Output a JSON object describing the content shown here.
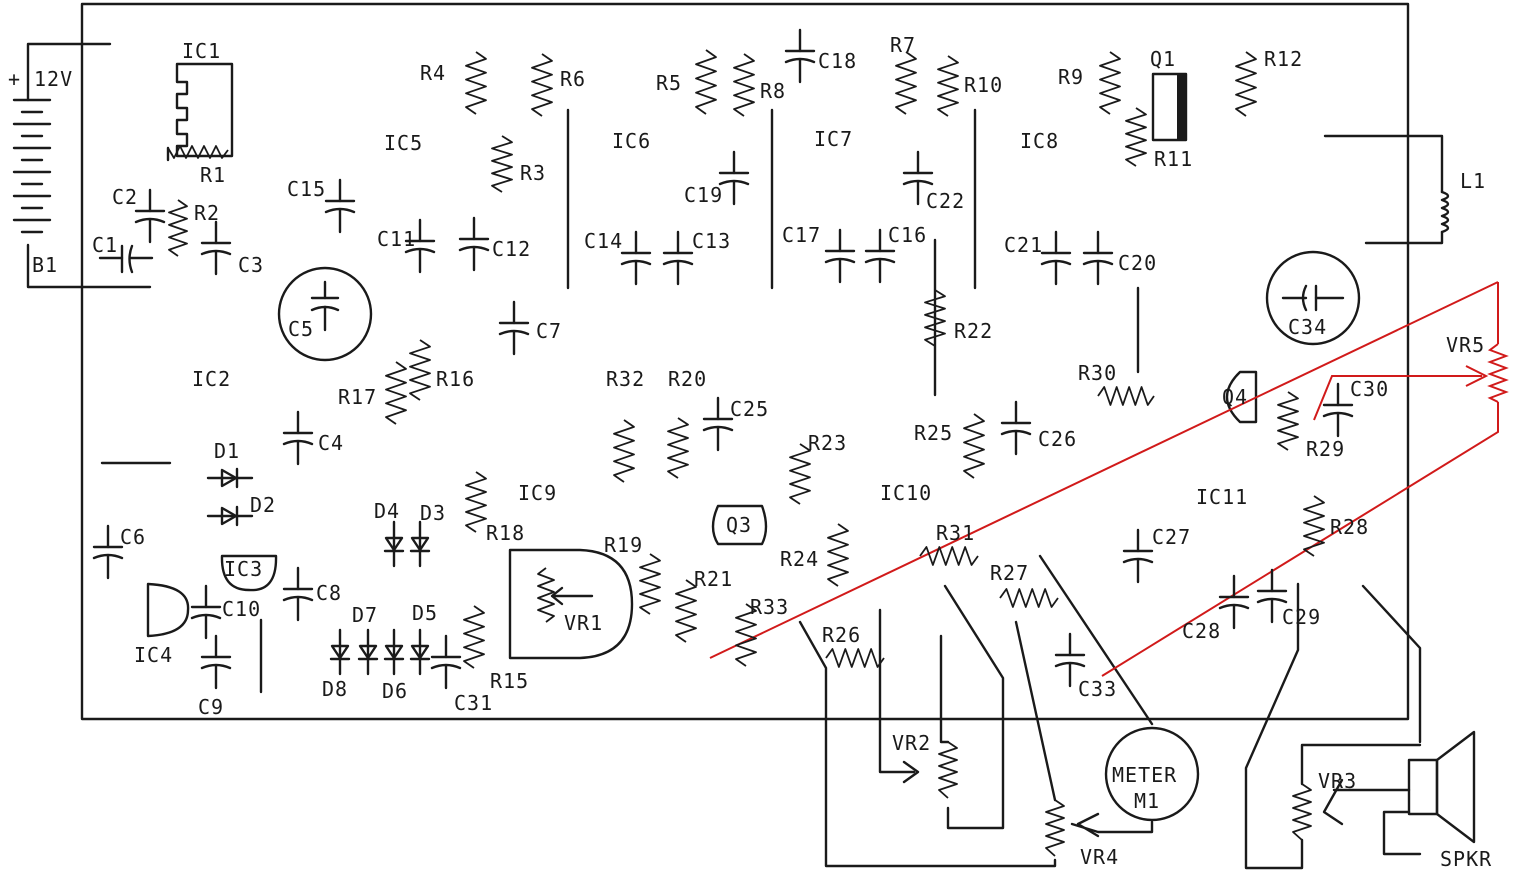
{
  "labels": {
    "battery": "12V",
    "plus": "+",
    "b1": "B1",
    "ic1": "IC1",
    "ic2": "IC2",
    "ic3": "IC3",
    "ic4": "IC4",
    "ic5": "IC5",
    "ic6": "IC6",
    "ic7": "IC7",
    "ic8": "IC8",
    "ic9": "IC9",
    "ic10": "IC10",
    "ic11": "IC11",
    "r1": "R1",
    "r2": "R2",
    "r3": "R3",
    "r4": "R4",
    "r5": "R5",
    "r6": "R6",
    "r7": "R7",
    "r8": "R8",
    "r9": "R9",
    "r10": "R10",
    "r11": "R11",
    "r12": "R12",
    "r15": "R15",
    "r16": "R16",
    "r17": "R17",
    "r18": "R18",
    "r19": "R19",
    "r20": "R20",
    "r21": "R21",
    "r22": "R22",
    "r23": "R23",
    "r24": "R24",
    "r25": "R25",
    "r26": "R26",
    "r27": "R27",
    "r28": "R28",
    "r29": "R29",
    "r30": "R30",
    "r31": "R31",
    "r32": "R32",
    "r33": "R33",
    "c1": "C1",
    "c2": "C2",
    "c3": "C3",
    "c4": "C4",
    "c5": "C5",
    "c6": "C6",
    "c7": "C7",
    "c8": "C8",
    "c9": "C9",
    "c10": "C10",
    "c11": "C11",
    "c12": "C12",
    "c13": "C13",
    "c14": "C14",
    "c15": "C15",
    "c16": "C16",
    "c17": "C17",
    "c18": "C18",
    "c19": "C19",
    "c20": "C20",
    "c21": "C21",
    "c22": "C22",
    "c25": "C25",
    "c26": "C26",
    "c27": "C27",
    "c28": "C28",
    "c29": "C29",
    "c30": "C30",
    "c31": "C31",
    "c33": "C33",
    "c34": "C34",
    "d1": "D1",
    "d2": "D2",
    "d3": "D3",
    "d4": "D4",
    "d5": "D5",
    "d6": "D6",
    "d7": "D7",
    "d8": "D8",
    "q1": "Q1",
    "q3": "Q3",
    "q4": "Q4",
    "l1": "L1",
    "vr1": "VR1",
    "vr2": "VR2",
    "vr3": "VR3",
    "vr4": "VR4",
    "vr5": "VR5",
    "meter_line1": "METER",
    "meter_line2": "M1",
    "spkr": "SPKR"
  },
  "colors": {
    "ink": "#1a1a1a",
    "red_wire": "#d11a1a",
    "background": "#ffffff"
  }
}
